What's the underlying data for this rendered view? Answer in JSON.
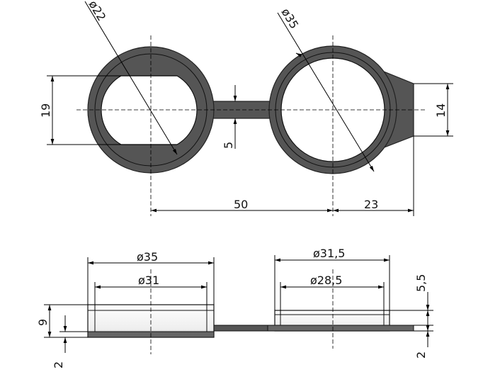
{
  "dimensions": {
    "top_view": {
      "left_ring_diameter": "ø22",
      "right_ring_diameter": "ø35",
      "slot_height": "19",
      "bridge_width": "5",
      "tab_height": "14",
      "center_distance": "50",
      "tab_length": "23"
    },
    "side_view": {
      "left_outer_diameter": "ø35",
      "left_inner_diameter": "ø31",
      "right_outer_diameter": "ø31,5",
      "right_inner_diameter": "ø28,5",
      "left_height": "9",
      "left_base_thickness": "2",
      "right_height": "5,5",
      "right_base_thickness": "2"
    }
  },
  "colors": {
    "part_fill": "#555555",
    "line": "#000000",
    "background": "#ffffff"
  }
}
